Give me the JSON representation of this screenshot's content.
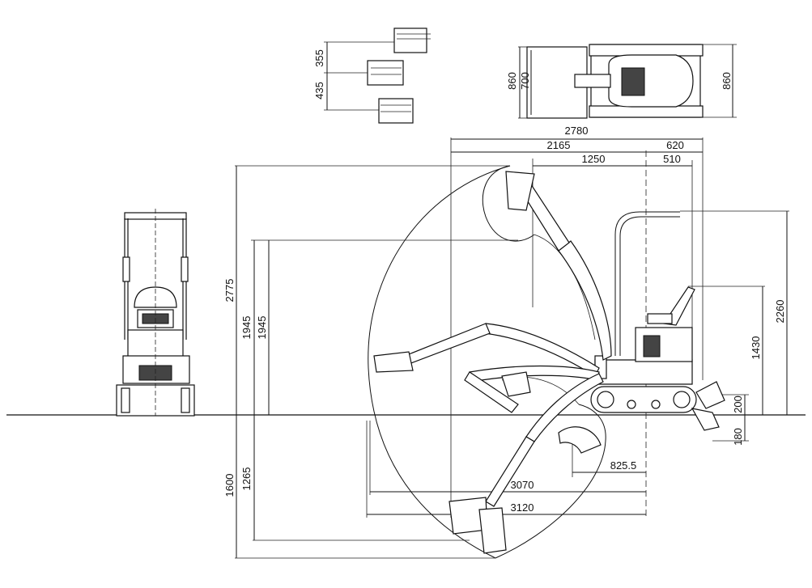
{
  "dimensions": {
    "top_view_left": [
      "355",
      "435"
    ],
    "top_view_right": [
      "860",
      "700",
      "860"
    ],
    "overall_width": "2780",
    "dim_2165": "2165",
    "dim_620": "620",
    "dim_1250": "1250",
    "dim_510": "510",
    "max_height": "2775",
    "dump_height_1": "1945",
    "dump_height_2": "1945",
    "cab_height": "2260",
    "counterweight_height": "1430",
    "blade_lift": "200",
    "blade_drop": "180",
    "dig_depth_1": "1600",
    "dig_depth_2": "1265",
    "min_swing_radius": "825.5",
    "reach_ground": "3070",
    "max_reach": "3120"
  }
}
